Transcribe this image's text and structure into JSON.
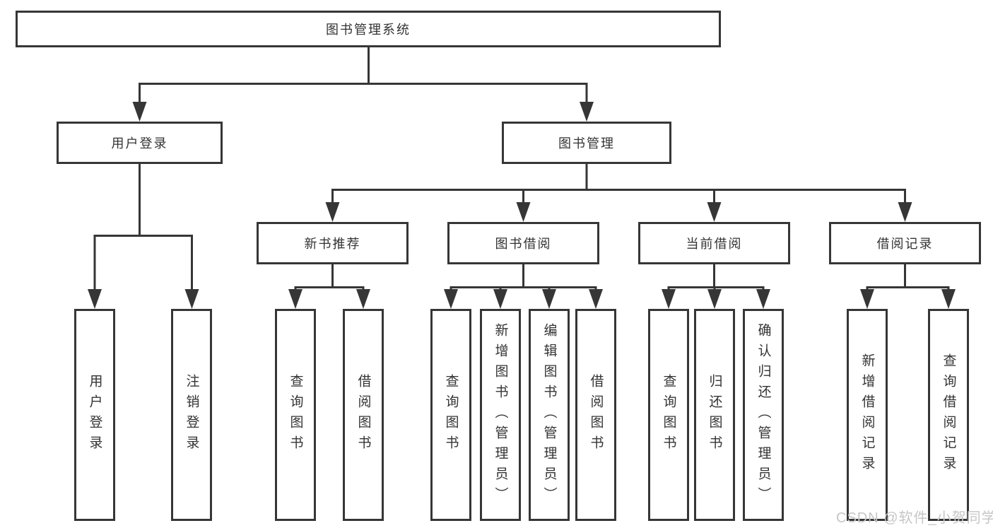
{
  "colors": {
    "line": "#363636",
    "text": "#333333",
    "background": "#ffffff",
    "watermark": "#c6c6c6"
  },
  "watermark": "CSDN @软件_小贺同学",
  "tree": {
    "label": "图书管理系统",
    "children": [
      {
        "label": "用户登录",
        "children": [
          {
            "label": "用户登录"
          },
          {
            "label": "注销登录"
          }
        ]
      },
      {
        "label": "图书管理",
        "children": [
          {
            "label": "新书推荐",
            "children": [
              {
                "label": "查询图书"
              },
              {
                "label": "借阅图书"
              }
            ]
          },
          {
            "label": "图书借阅",
            "children": [
              {
                "label": "查询图书"
              },
              {
                "label": "新增图书（管理员）"
              },
              {
                "label": "编辑图书（管理员）"
              },
              {
                "label": "借阅图书"
              }
            ]
          },
          {
            "label": "当前借阅",
            "children": [
              {
                "label": "查询图书"
              },
              {
                "label": "归还图书"
              },
              {
                "label": "确认归还（管理员）"
              }
            ]
          },
          {
            "label": "借阅记录",
            "children": [
              {
                "label": "新增借阅记录"
              },
              {
                "label": "查询借阅记录"
              }
            ]
          }
        ]
      }
    ]
  }
}
